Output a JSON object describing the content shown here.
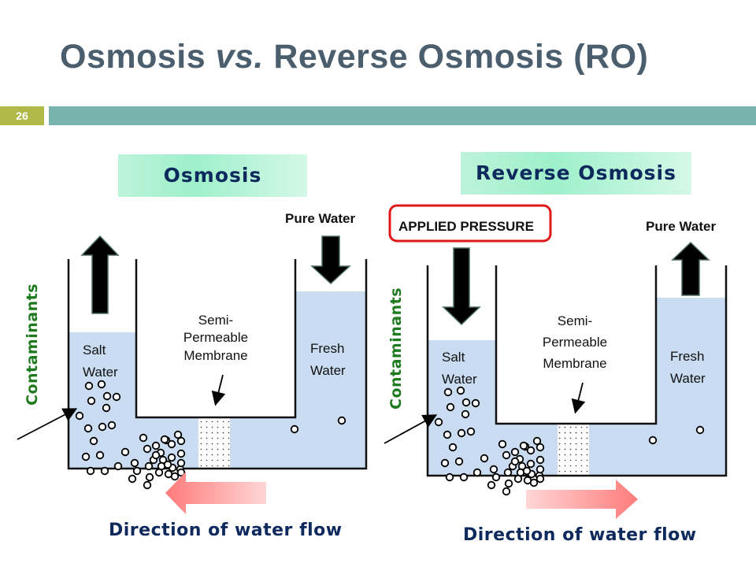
{
  "slide": {
    "title_part1": "Osmosis ",
    "title_vs": "vs.",
    "title_part2": " Reverse Osmosis (RO)",
    "slide_number": "26",
    "colors": {
      "title": "#4a5e6e",
      "number_badge": "#b1ba48",
      "header_rule": "#79b3ae",
      "label_text": "#0e2a5c",
      "contaminants_text": "#1e7a1e",
      "water": "#c9dcf1",
      "flow_arrow": "#ff7b7b",
      "pressure_box_border": "#e01818"
    }
  },
  "osmosis": {
    "heading": "Osmosis",
    "top_label": "Pure Water",
    "left_chamber_label_1": "Salt",
    "left_chamber_label_2": "Water",
    "right_chamber_label_1": "Fresh",
    "right_chamber_label_2": "Water",
    "membrane_label_1": "Semi-",
    "membrane_label_2": "Permeable",
    "membrane_label_3": "Membrane",
    "contaminants_label": "Contaminants",
    "flow_label": "Direction of water flow",
    "flow_direction": "left",
    "left_arrow_direction": "up",
    "right_arrow_direction": "down"
  },
  "reverse_osmosis": {
    "heading": "Reverse Osmosis",
    "pressure_label": "APPLIED PRESSURE",
    "top_label": "Pure Water",
    "left_chamber_label_1": "Salt",
    "left_chamber_label_2": "Water",
    "right_chamber_label_1": "Fresh",
    "right_chamber_label_2": "Water",
    "membrane_label_1": "Semi-",
    "membrane_label_2": "Permeable",
    "membrane_label_3": "Membrane",
    "contaminants_label": "Contaminants",
    "flow_label": "Direction of water flow",
    "flow_direction": "right",
    "left_arrow_direction": "down",
    "right_arrow_direction": "up"
  }
}
